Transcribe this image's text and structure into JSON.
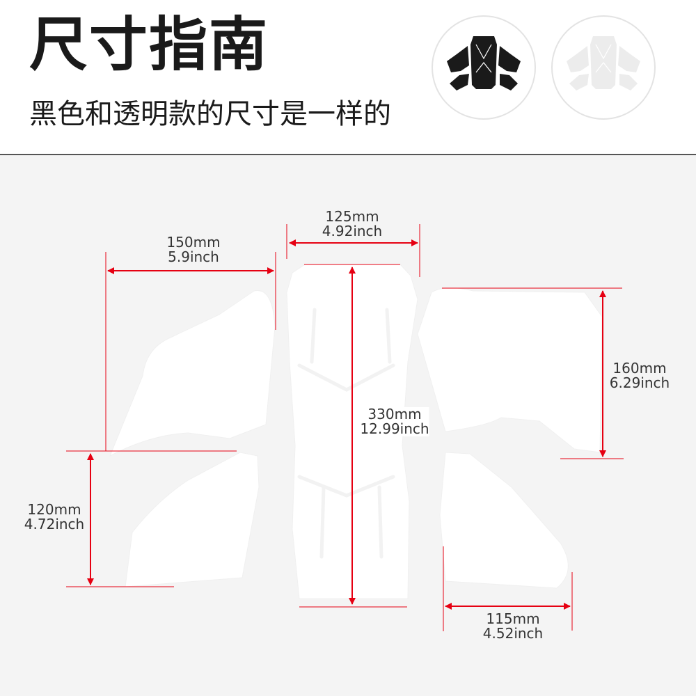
{
  "header": {
    "title": "尺寸指南",
    "subtitle": "黑色和透明款的尺寸是一样的"
  },
  "variants": [
    {
      "name": "black-pad-set",
      "color": "#1a1a1a"
    },
    {
      "name": "clear-pad-set",
      "color": "#ececec"
    }
  ],
  "dimensions": {
    "top_width": {
      "mm": "125mm",
      "inch": "4.92inch"
    },
    "left_top_width": {
      "mm": "150mm",
      "inch": "5.9inch"
    },
    "center_height": {
      "mm": "330mm",
      "inch": "12.99inch"
    },
    "right_top_height": {
      "mm": "160mm",
      "inch": "6.29inch"
    },
    "left_bottom_height": {
      "mm": "120mm",
      "inch": "4.72inch"
    },
    "right_bottom_width": {
      "mm": "115mm",
      "inch": "4.52inch"
    }
  },
  "colors": {
    "measure_arrow": "#e60012",
    "guide_line": "#e60012",
    "pad_fill": "#ffffff",
    "background": "#f4f4f4"
  }
}
